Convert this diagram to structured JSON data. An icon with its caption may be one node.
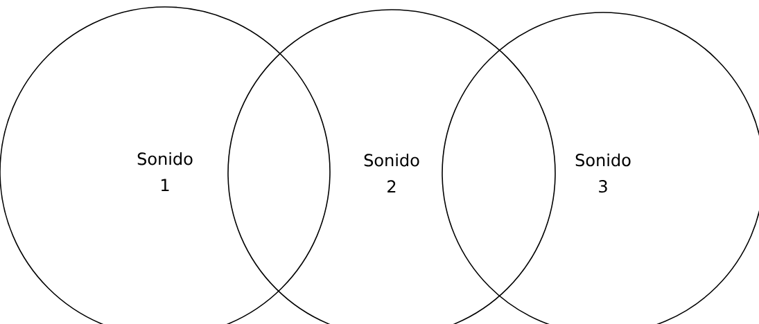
{
  "diagram": {
    "nodes": [
      {
        "text": [
          "Sonido 1"
        ]
      },
      {
        "text": [
          "Sonido 2"
        ]
      },
      {
        "text": [
          "Sonido 3"
        ]
      }
    ]
  }
}
